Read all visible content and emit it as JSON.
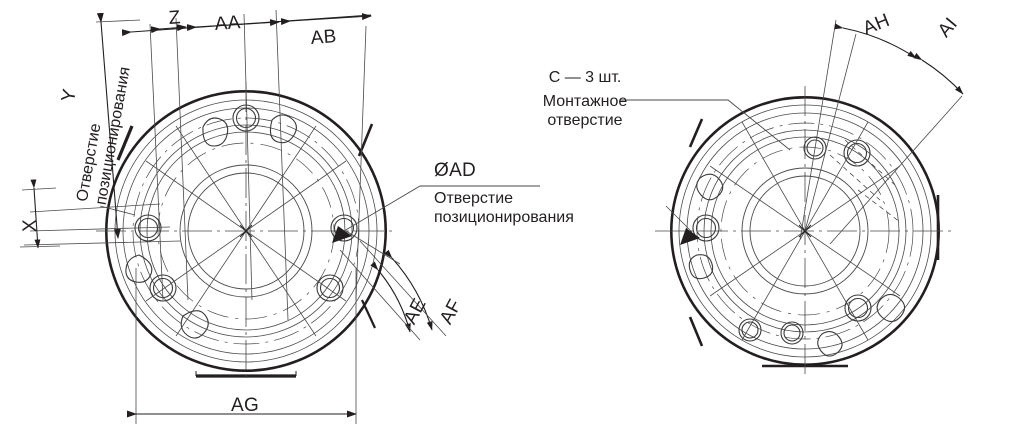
{
  "drawing": {
    "title": "Flange mounting pattern — two views",
    "background_color": "#ffffff",
    "line_color": "#231f20",
    "thin_line_color": "#3a3a3a",
    "text_color": "#231f20"
  },
  "left_view": {
    "name": "left-flange-view",
    "dimensions": {
      "x": "X",
      "y": "Y",
      "z": "Z",
      "aa": "AA",
      "ab": "AB",
      "ae": "AE",
      "af": "AF",
      "ag": "AG"
    },
    "notes": {
      "positioning_hole_rotated": "Отверстие\nпозиционирования",
      "diameter_ad": "ØAD",
      "positioning_hole": "Отверстие\nпозиционирования"
    }
  },
  "right_view": {
    "name": "right-flange-view",
    "dimensions": {
      "ah": "AH",
      "ai": "AI"
    },
    "notes": {
      "mounting_hole_count": "С — 3 шт.",
      "mounting_hole": "Монтажное\nотверстие"
    }
  }
}
